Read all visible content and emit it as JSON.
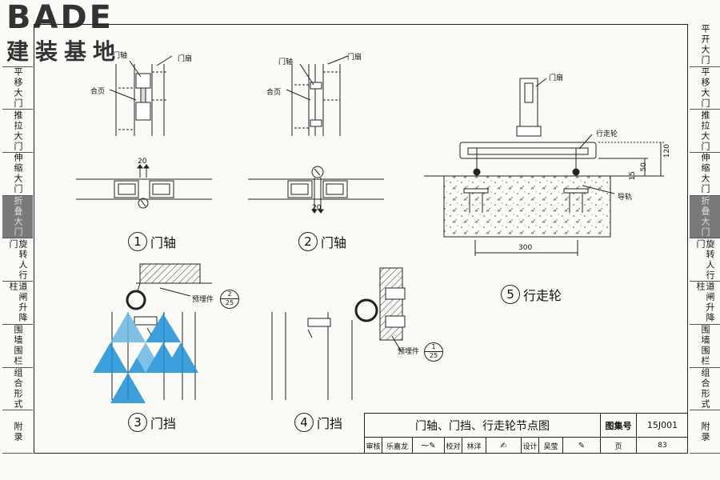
{
  "logo": {
    "latin": "BADE",
    "cjk": "建装基地"
  },
  "left_tabs": [
    "",
    "平移大门",
    "推拉大门",
    "伸缩大门",
    "折叠大门",
    "旋转人行门",
    "道闸升降柱",
    "围墙围栏",
    "组合形式",
    "附录"
  ],
  "right_tabs": [
    "平开大门",
    "平移大门",
    "推拉大门",
    "伸缩大门",
    "折叠大门",
    "旋转人行门",
    "道闸升降柱",
    "围墙围栏",
    "组合形式",
    "附录"
  ],
  "active_tab": "折叠大门",
  "labels": {
    "door_leaf": "门扇",
    "door_axis": "门轴",
    "hinge": "合页",
    "walking_wheel": "行走轮",
    "guide_rail": "导轨",
    "embedded_part": "预埋件"
  },
  "dims": {
    "d20a": "20",
    "d20b": "20",
    "d120": "120",
    "d50": "50",
    "d15": "15",
    "d300": "300"
  },
  "embedded_refs": [
    {
      "num": "2",
      "den": "25"
    },
    {
      "num": "1",
      "den": "25"
    }
  ],
  "captions": [
    {
      "num": "1",
      "text": "门轴"
    },
    {
      "num": "2",
      "text": "门轴"
    },
    {
      "num": "3",
      "text": "门挡"
    },
    {
      "num": "4",
      "text": "门挡"
    },
    {
      "num": "5",
      "text": "行走轮"
    }
  ],
  "title_block": {
    "title": "门轴、门挡、行走轮节点图",
    "atlas_label": "图集号",
    "atlas_no": "15J001",
    "review_label": "审核",
    "review_name": "乐嘉龙",
    "check_label": "校对",
    "check_name": "林洋",
    "design_label": "设计",
    "design_name": "吴莹",
    "page_label": "页",
    "page_no": "83"
  }
}
